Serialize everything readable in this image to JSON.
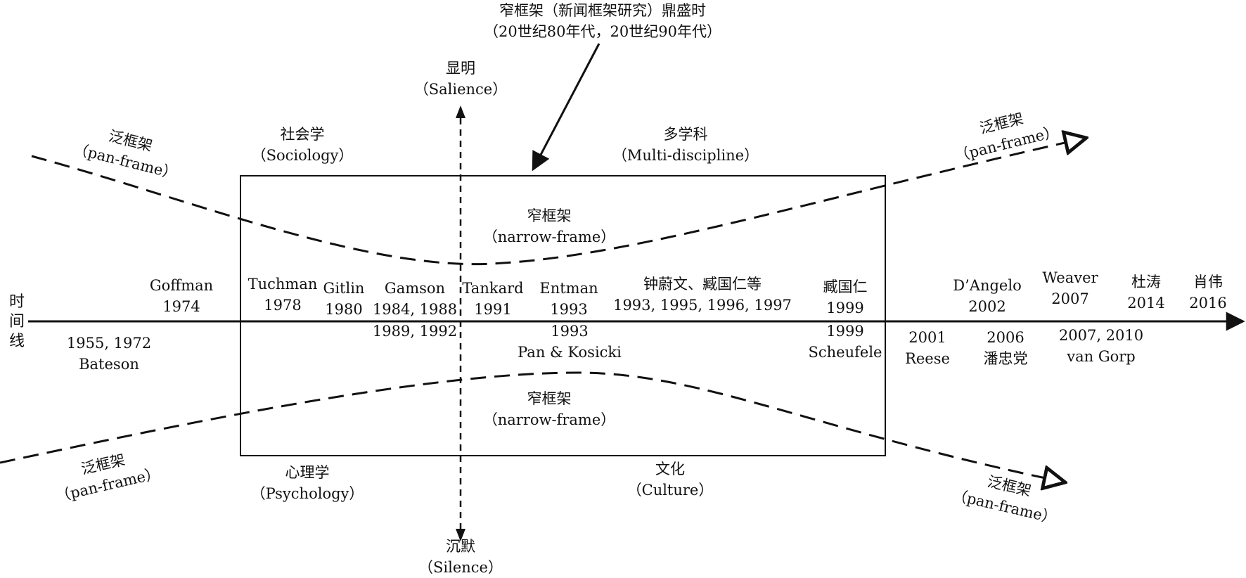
{
  "header": {
    "line1": "窄框架（新闻框架研究）鼎盛时",
    "line2": "（20世纪80年代，20世纪90年代）"
  },
  "axis": {
    "timeline_label_chars": [
      "时",
      "间",
      "线"
    ],
    "salience_zh": "显明",
    "salience_en": "（Salience）",
    "silence_zh": "沉默",
    "silence_en": "（Silence）"
  },
  "fields": {
    "sociology_zh": "社会学",
    "sociology_en": "（Sociology）",
    "multi_zh": "多学科",
    "multi_en": "（Multi-discipline）",
    "psychology_zh": "心理学",
    "psychology_en": "（Psychology）",
    "culture_zh": "文化",
    "culture_en": "（Culture）"
  },
  "frames": {
    "pan_zh": "泛框架",
    "pan_en": "（pan-frame）",
    "narrow_zh": "窄框架",
    "narrow_en": "（narrow-frame）"
  },
  "above": [
    {
      "name": "Goffman",
      "years": "1974"
    },
    {
      "name": "Tuchman",
      "years": "1978"
    },
    {
      "name": "Gitlin",
      "years": "1980"
    },
    {
      "name": "Gamson",
      "years": "1984, 1988"
    },
    {
      "name": "Tankard",
      "years": "1991"
    },
    {
      "name": "Entman",
      "years": "1993"
    },
    {
      "name": "钟蔚文、臧国仁等",
      "years": "1993, 1995, 1996, 1997"
    },
    {
      "name": "臧国仁",
      "years": "1999"
    },
    {
      "name": "D’Angelo",
      "years": "2002"
    },
    {
      "name": "Weaver",
      "years": "2007"
    },
    {
      "name": "杜涛",
      "years": "2014"
    },
    {
      "name": "肖伟",
      "years": "2016"
    }
  ],
  "below": [
    {
      "years": "1955, 1972",
      "name": "Bateson"
    },
    {
      "years": "1989, 1992",
      "name": ""
    },
    {
      "years": "1993",
      "name": "Pan & Kosicki"
    },
    {
      "years": "1999",
      "name": "Scheufele"
    },
    {
      "years": "2001",
      "name": "Reese"
    },
    {
      "years": "2006",
      "name": "潘忠党"
    },
    {
      "years": "2007, 2010",
      "name": "van Gorp"
    }
  ]
}
